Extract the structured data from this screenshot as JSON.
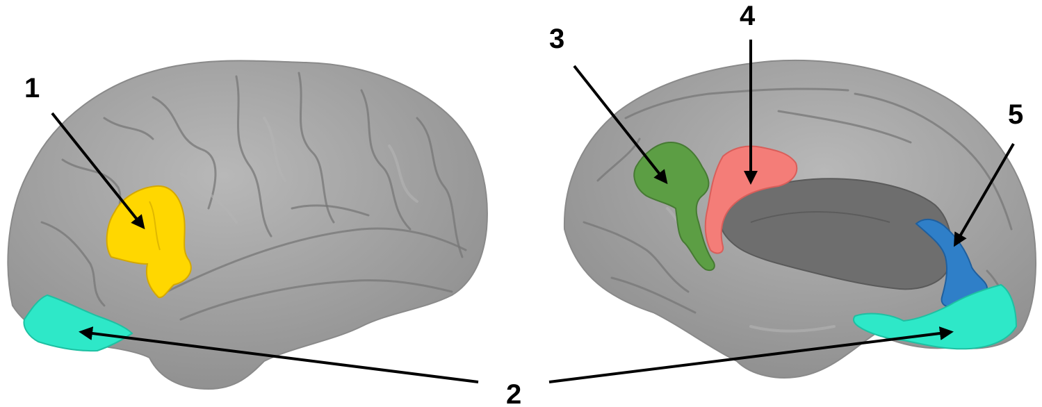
{
  "labels": [
    "1",
    "2",
    "3",
    "4",
    "5"
  ],
  "colors": {
    "brain_surface": "#a6a6a6",
    "region_1": "#ffd700",
    "region_2": "#2ee8c8",
    "region_3": "#5c9e44",
    "region_4": "#f47d78",
    "region_5": "#2f7fc8",
    "ventricle": "#6e6e6e",
    "arrow": "#000000"
  },
  "views": [
    "lateral",
    "medial"
  ]
}
